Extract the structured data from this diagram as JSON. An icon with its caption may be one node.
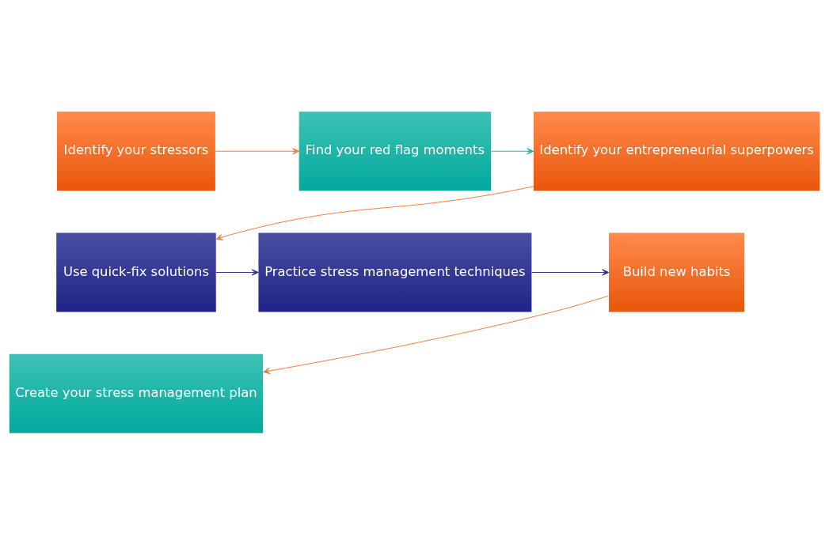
{
  "diagram": {
    "nodes": [
      {
        "text": [
          "Identify your stressors"
        ]
      },
      {
        "text": [
          "Find your red flag moments"
        ]
      },
      {
        "text": [
          "Identify your entrepreneurial superpowers"
        ]
      },
      {
        "text": [
          "Use quick-fix solutions"
        ]
      },
      {
        "text": [
          "Practice stress management techniques"
        ]
      },
      {
        "text": [
          "Build new habits"
        ]
      },
      {
        "text": [
          "Create your stress management plan"
        ]
      }
    ],
    "edges": [
      {
        "from": 0,
        "to": 1,
        "arrow": "to",
        "color": "#f47b3a"
      },
      {
        "from": 1,
        "to": 2,
        "arrow": "to",
        "color": "#1fb5a8"
      },
      {
        "from": 2,
        "to": 3,
        "arrow": "to",
        "color": "#f47b3a"
      },
      {
        "from": 3,
        "to": 4,
        "arrow": "to",
        "color": "#2e3192"
      },
      {
        "from": 4,
        "to": 5,
        "arrow": "to",
        "color": "#2e3192"
      },
      {
        "from": 5,
        "to": 6,
        "arrow": "to",
        "color": "#f47b3a"
      }
    ]
  }
}
